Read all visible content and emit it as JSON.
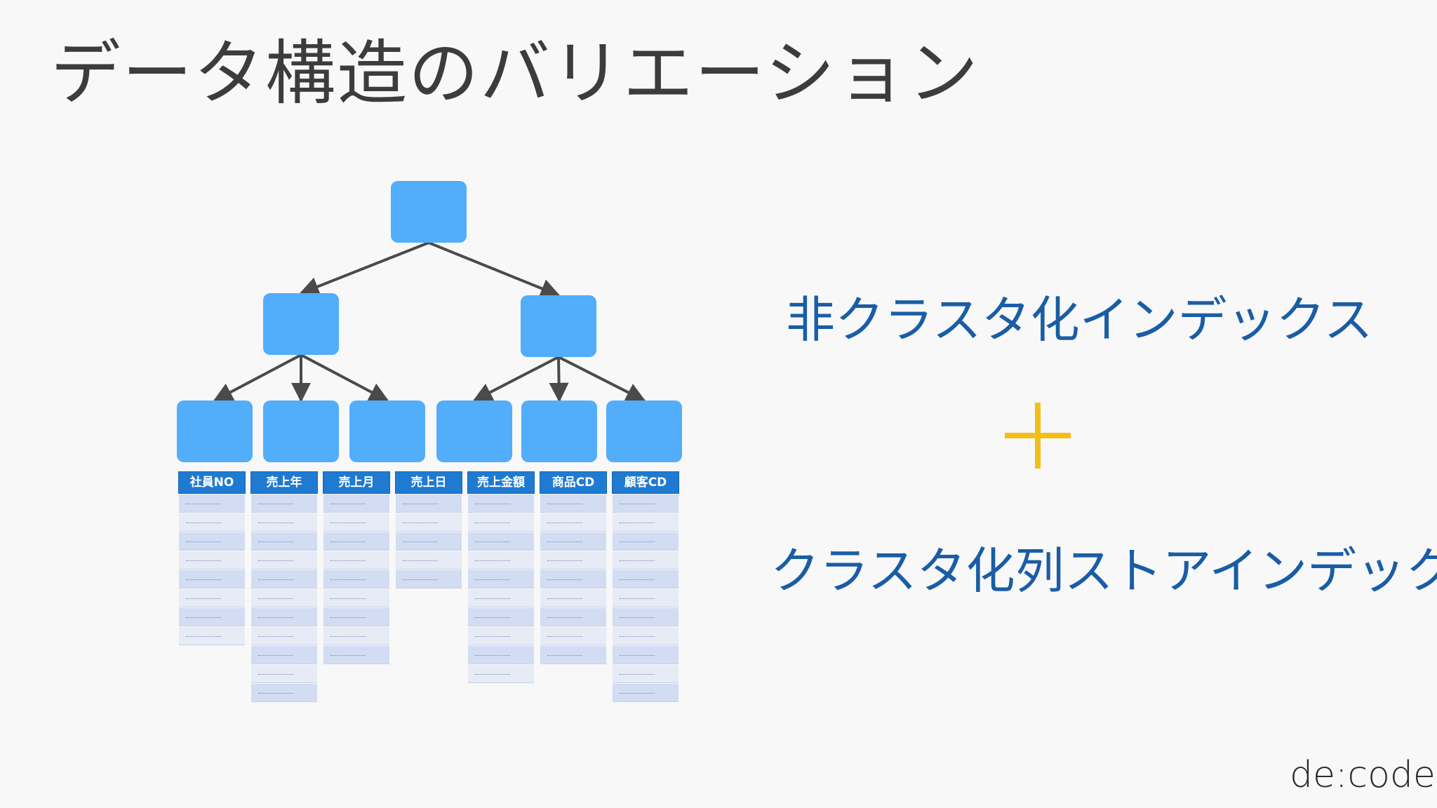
{
  "title": "データ構造のバリエーション",
  "columns": [
    {
      "label": "社員NO",
      "rows": 8
    },
    {
      "label": "売上年",
      "rows": 11
    },
    {
      "label": "売上月",
      "rows": 9
    },
    {
      "label": "売上日",
      "rows": 5
    },
    {
      "label": "売上金額",
      "rows": 10
    },
    {
      "label": "商品CD",
      "rows": 9
    },
    {
      "label": "顧客CD",
      "rows": 11
    }
  ],
  "labels": {
    "nonclustered": "非クラスタ化インデックス",
    "plus": "+",
    "columnstore": "クラスタ化列ストアインデックス"
  },
  "brand": "de:code",
  "colors": {
    "node": "#52adfb",
    "edge": "#4a4a4a",
    "header": "#1f7ad1",
    "accent_text": "#1a5da6",
    "plus": "#f2be1a"
  }
}
